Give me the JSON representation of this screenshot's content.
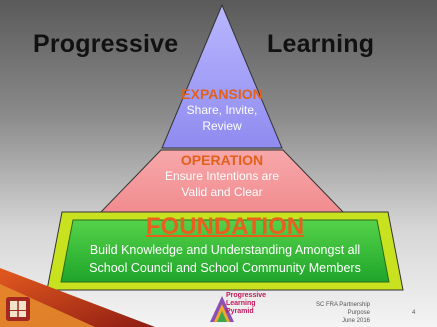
{
  "title": {
    "left": "Progressive",
    "right": "Learning"
  },
  "tiers": [
    {
      "heading": "EXPANSION",
      "lines": [
        "Share, Invite,",
        "Review"
      ]
    },
    {
      "heading": "OPERATION",
      "lines": [
        "Ensure Intentions are",
        "Valid and Clear"
      ]
    },
    {
      "heading": "FOUNDATION",
      "lines": [
        "Build Knowledge and Understanding Amongst all",
        "School Council and School Community Members"
      ]
    }
  ],
  "colors": {
    "expansion": "#8f8bf0",
    "operation": "#f18b8e",
    "foundation": "#1fa52a",
    "foundation_bevel": "#c9e21f",
    "heading_accent": "#e0601c"
  },
  "icons": [
    "crest-icon",
    "progressive-learning-pyramid-logo"
  ],
  "footer": {
    "caption_line1": "SC FRA Partnership Purpose",
    "caption_line2": "June 2016",
    "page": "4"
  }
}
